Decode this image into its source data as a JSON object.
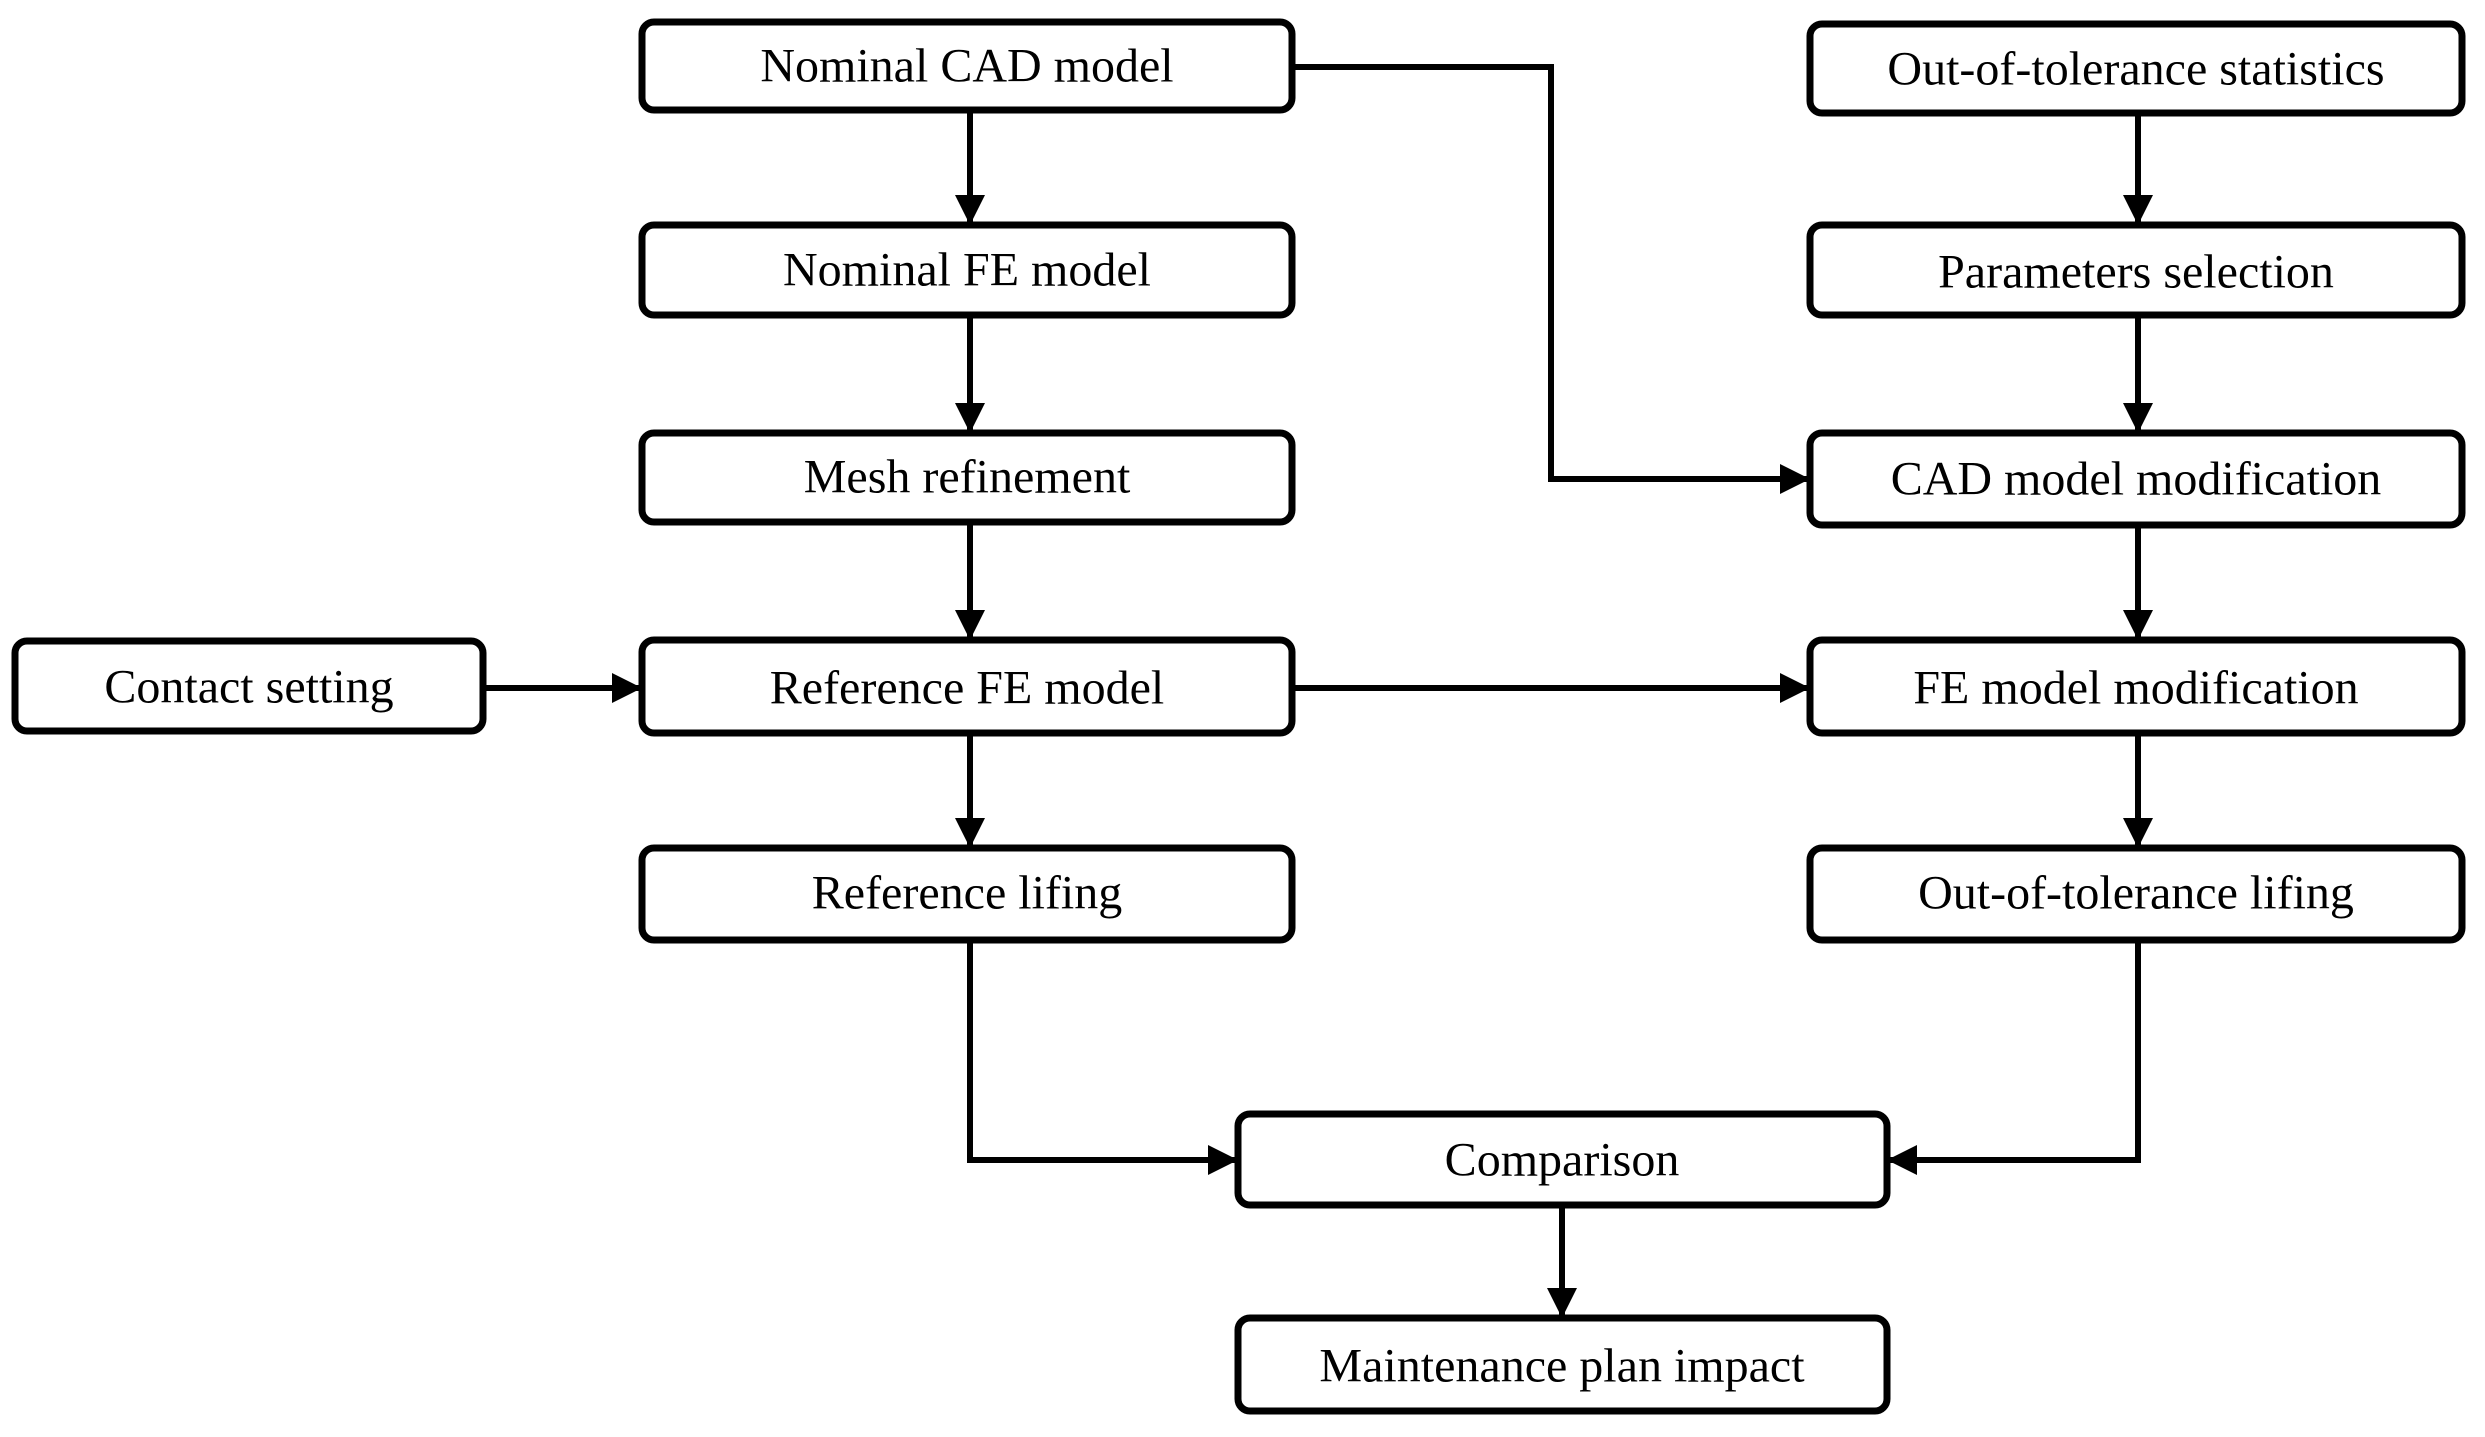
{
  "nodes": {
    "nominal_cad_model": "Nominal CAD model",
    "nominal_fe_model": "Nominal FE model",
    "mesh_refinement": "Mesh refinement",
    "contact_setting": "Contact setting",
    "reference_fe_model": "Reference FE model",
    "reference_lifing": "Reference lifing",
    "out_of_tolerance_statistics": "Out-of-tolerance statistics",
    "parameters_selection": "Parameters selection",
    "cad_model_modification": "CAD model modification",
    "fe_model_modification": "FE model modification",
    "out_of_tolerance_lifing": "Out-of-tolerance lifing",
    "comparison": "Comparison",
    "maintenance_plan_impact": "Maintenance plan impact"
  },
  "edges": [
    {
      "from": "nominal_cad_model",
      "to": "nominal_fe_model"
    },
    {
      "from": "nominal_fe_model",
      "to": "mesh_refinement"
    },
    {
      "from": "mesh_refinement",
      "to": "reference_fe_model"
    },
    {
      "from": "contact_setting",
      "to": "reference_fe_model"
    },
    {
      "from": "reference_fe_model",
      "to": "reference_lifing"
    },
    {
      "from": "reference_fe_model",
      "to": "fe_model_modification"
    },
    {
      "from": "nominal_cad_model",
      "to": "cad_model_modification"
    },
    {
      "from": "out_of_tolerance_statistics",
      "to": "parameters_selection"
    },
    {
      "from": "parameters_selection",
      "to": "cad_model_modification"
    },
    {
      "from": "cad_model_modification",
      "to": "fe_model_modification"
    },
    {
      "from": "fe_model_modification",
      "to": "out_of_tolerance_lifing"
    },
    {
      "from": "reference_lifing",
      "to": "comparison"
    },
    {
      "from": "out_of_tolerance_lifing",
      "to": "comparison"
    },
    {
      "from": "comparison",
      "to": "maintenance_plan_impact"
    }
  ]
}
